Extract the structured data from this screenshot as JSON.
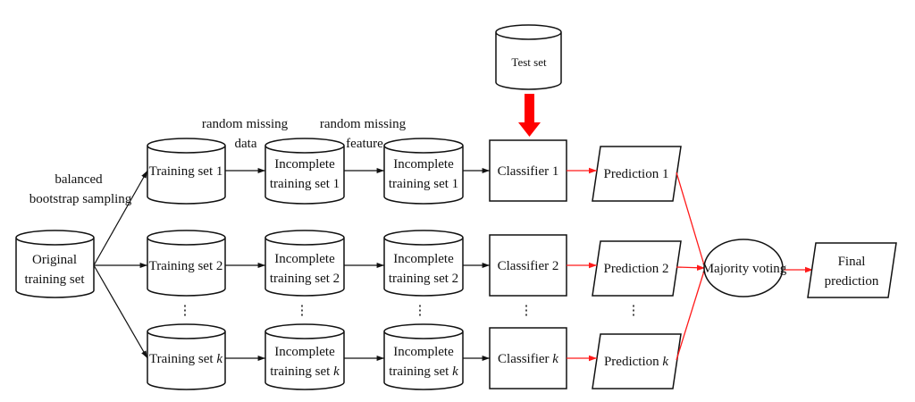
{
  "nodes": {
    "original": [
      "Original",
      "training set"
    ],
    "test_set": "Test set",
    "training_sets": [
      "Training set 1",
      "Training set 2",
      "Training set "
    ],
    "incomplete_line1": "Incomplete",
    "incomplete_line2": [
      "training set 1",
      "training set 2",
      "training set "
    ],
    "classifiers": [
      "Classifier 1",
      "Classifier 2",
      "Classifier "
    ],
    "predictions": [
      "Prediction 1",
      "Prediction 2",
      "Prediction "
    ],
    "k": "k",
    "majority_voting": "Majority voting",
    "final_prediction": [
      "Final",
      "prediction"
    ],
    "ellipsis": "⋮"
  },
  "edge_labels": {
    "bootstrap": [
      "balanced",
      "bootstrap sampling"
    ],
    "missing_data": [
      "random missing",
      "data"
    ],
    "missing_feature": [
      "random missing",
      "feature"
    ]
  },
  "colors": {
    "flow": "#111111",
    "prediction_flow": "#ff1a1a",
    "test_arrow": "#ff0000"
  }
}
